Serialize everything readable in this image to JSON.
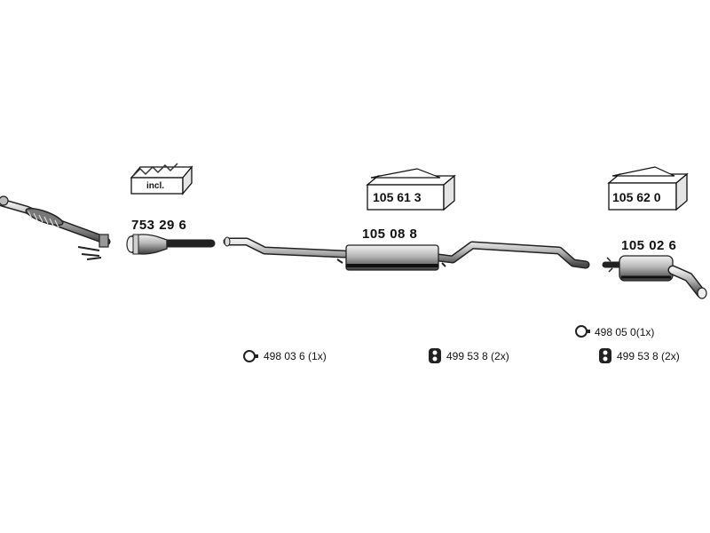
{
  "parts": {
    "front_pipe": {
      "icon": "front-pipe-icon"
    },
    "catalytic_converter": {
      "number": "753 29 6",
      "icon": "catalytic-converter-icon"
    },
    "middle_pipe": {
      "number": "105 08 8",
      "icon": "middle-silencer-pipe-icon"
    },
    "rear_silencer": {
      "number": "105 02 6",
      "icon": "rear-silencer-icon"
    }
  },
  "kits": {
    "catalyst_kit": {
      "label": "incl.",
      "icon": "mounting-kit-box-icon"
    },
    "middle_kit": {
      "number": "105 61 3",
      "icon": "mounting-kit-box-icon"
    },
    "rear_kit": {
      "number": "105 62 0",
      "icon": "mounting-kit-box-icon"
    }
  },
  "accessories": [
    {
      "text": "498 03 6  (1x)",
      "icon": "clamp-ring-icon"
    },
    {
      "text": "499 53 8 (2x)",
      "icon": "rubber-hanger-icon"
    },
    {
      "text": "498 05 0(1x)",
      "icon": "clamp-ring-icon"
    },
    {
      "text": "499 53 8 (2x)",
      "icon": "rubber-hanger-icon"
    }
  ]
}
